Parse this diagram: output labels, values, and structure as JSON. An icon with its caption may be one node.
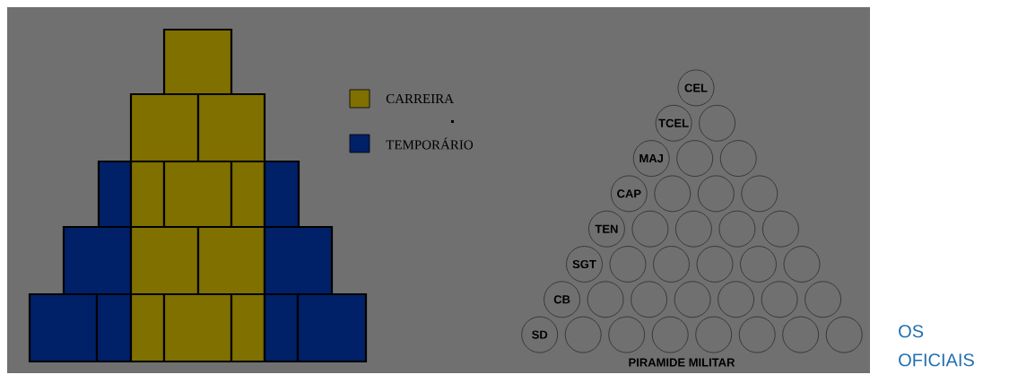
{
  "diagram": {
    "nodes": [
      {
        "text": [
          "CEL"
        ]
      },
      {
        "text": [
          "TCEL"
        ]
      },
      {
        "text": [],
        "shape": "circle"
      },
      {
        "text": [
          "MAJ"
        ]
      },
      {
        "text": [],
        "shape": "circle"
      },
      {
        "text": [],
        "shape": "circle"
      },
      {
        "text": [
          "CAP"
        ]
      },
      {
        "text": [],
        "shape": "circle"
      },
      {
        "text": [],
        "shape": "circle"
      },
      {
        "text": [],
        "shape": "circle"
      },
      {
        "text": [
          "TEN"
        ]
      },
      {
        "text": [],
        "shape": "circle"
      },
      {
        "text": [],
        "shape": "circle"
      },
      {
        "text": [],
        "shape": "circle"
      },
      {
        "text": [],
        "shape": "circle"
      },
      {
        "text": [
          "SGT"
        ]
      },
      {
        "text": [],
        "shape": "circle"
      },
      {
        "text": [],
        "shape": "circle"
      },
      {
        "text": [],
        "shape": "circle"
      },
      {
        "text": [],
        "shape": "circle"
      },
      {
        "text": [],
        "shape": "circle"
      },
      {
        "text": [
          "CB"
        ]
      },
      {
        "text": [],
        "shape": "circle"
      },
      {
        "text": [],
        "shape": "circle"
      },
      {
        "text": [],
        "shape": "circle"
      },
      {
        "text": [],
        "shape": "circle"
      },
      {
        "text": [],
        "shape": "circle"
      },
      {
        "text": [],
        "shape": "circle"
      },
      {
        "text": [
          "SD"
        ]
      },
      {
        "text": [],
        "shape": "circle"
      },
      {
        "text": [],
        "shape": "circle"
      },
      {
        "text": [],
        "shape": "circle"
      },
      {
        "text": [],
        "shape": "circle"
      },
      {
        "text": [],
        "shape": "circle"
      },
      {
        "text": [],
        "shape": "circle"
      },
      {
        "text": [],
        "shape": "circle"
      }
    ],
    "edges": [],
    "labels": [
      "PIRAMIDE MILITAR",
      "OS OFICIAIS"
    ],
    "legend": [
      {
        "text": "CARREIRA",
        "color": "#7f7000"
      },
      {
        "text": "TEMPORÁRIO",
        "color": "#002068"
      }
    ]
  }
}
